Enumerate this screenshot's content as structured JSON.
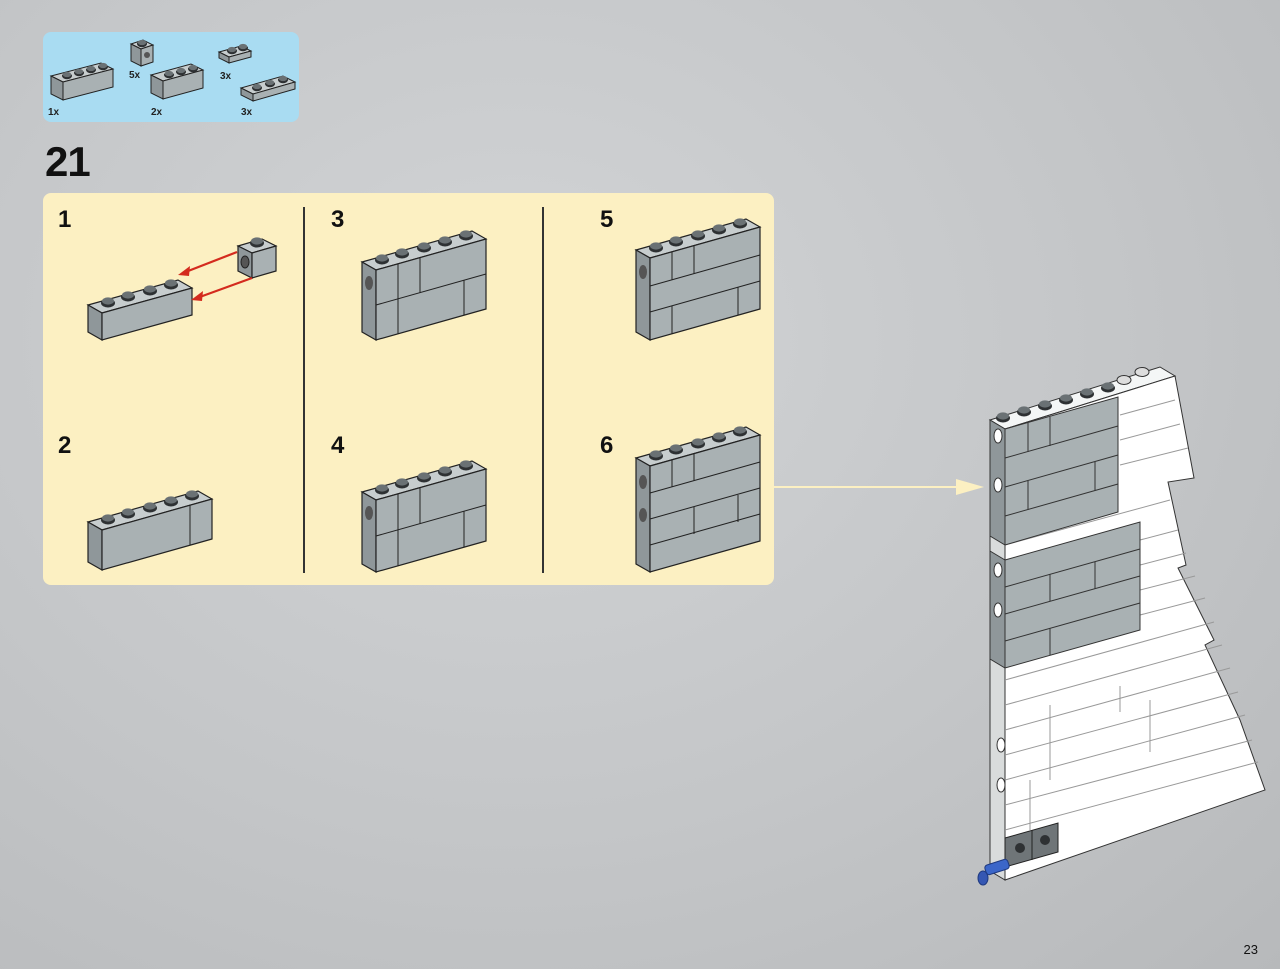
{
  "parts_callout": {
    "items": [
      {
        "qty": "1x",
        "icon": "brick-1x4-icon"
      },
      {
        "qty": "5x",
        "icon": "technic-brick-1x1-icon"
      },
      {
        "qty": "2x",
        "icon": "brick-1x3-icon"
      },
      {
        "qty": "3x",
        "icon": "plate-1x2-icon"
      },
      {
        "qty": "3x",
        "icon": "plate-1x3-icon"
      }
    ]
  },
  "step": {
    "number": "21"
  },
  "substeps": [
    "1",
    "2",
    "3",
    "4",
    "5",
    "6"
  ],
  "colors": {
    "callout_bg": "#a9dcf2",
    "panel_bg": "#fcf0c2",
    "brick_gray": "#a9b1b3",
    "arrow_red": "#d42b1e",
    "pointer_line": "#fcf0c2",
    "axle_blue": "#3b66c9"
  },
  "page_number": "23"
}
